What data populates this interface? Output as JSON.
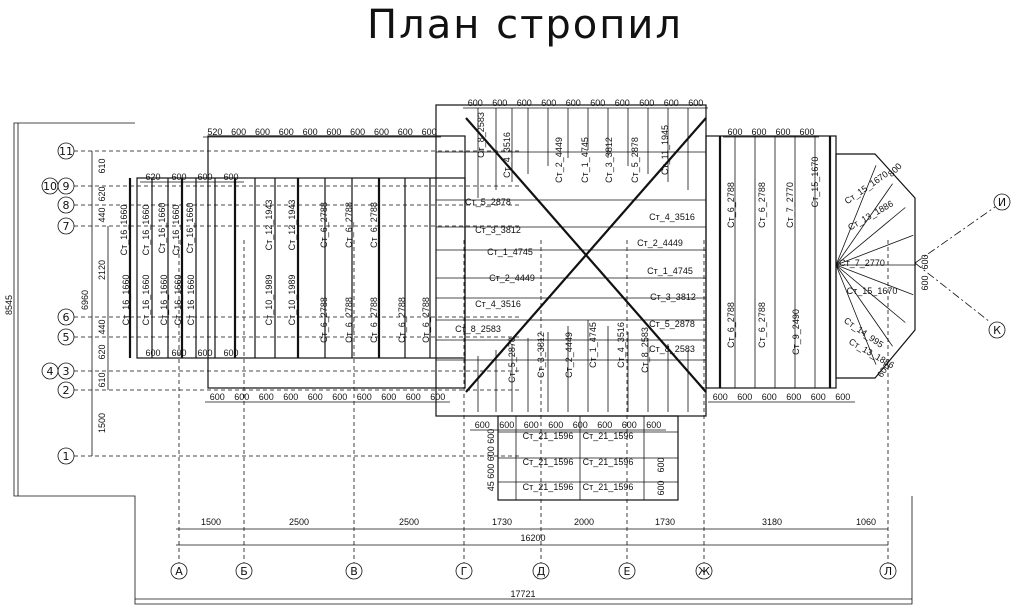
{
  "title": "План стропил",
  "axes_vertical": [
    "А",
    "Б",
    "В",
    "Г",
    "Д",
    "Е",
    "Ж",
    "Л"
  ],
  "axes_horizontal": [
    "11",
    "10",
    "9",
    "8",
    "7",
    "6",
    "5",
    "4",
    "3",
    "2",
    "1"
  ],
  "axes_diagonal": [
    "И",
    "К"
  ],
  "dims": {
    "bottom_segments": [
      "1500",
      "2500",
      "2500",
      "1730",
      "2000",
      "1730",
      "3180",
      "1060"
    ],
    "total_inner": "16200",
    "total_outer": "17721",
    "left_outer": "8545",
    "left_inner": "6960",
    "left_segments": [
      "610",
      "620",
      "440",
      "2120",
      "440",
      "620",
      "610",
      "1500"
    ],
    "top_row_a": [
      "600",
      "600",
      "600",
      "600",
      "600",
      "600",
      "600",
      "600",
      "600",
      "600"
    ],
    "top_row_b": [
      "520",
      "600",
      "600",
      "600",
      "600",
      "600",
      "600",
      "600",
      "600",
      "600"
    ],
    "top_row_c": [
      "600",
      "600",
      "600",
      "600"
    ],
    "left_wing_top": [
      "620",
      "600",
      "600",
      "600"
    ],
    "left_wing_bottom": [
      "600",
      "600",
      "600",
      "600"
    ],
    "row_below": [
      "600",
      "600",
      "600",
      "600",
      "600",
      "600",
      "600",
      "600",
      "600",
      "600"
    ],
    "annex_right": [
      "600",
      "600",
      "600",
      "600",
      "600",
      "600"
    ],
    "annex_bottom": [
      "600",
      "600",
      "600",
      "600",
      "600",
      "600",
      "600",
      "600"
    ],
    "right_wing_bottom": [
      "600",
      "600",
      "600",
      "600",
      "600"
    ],
    "annex_side_label": "45 600 600 600",
    "annex_right_side": [
      "600",
      "600"
    ],
    "bay_right": [
      "600",
      "600"
    ]
  },
  "rafters_vertical_left": [
    "Ст_16_1660",
    "Ст_16_1660",
    "Ст_16_1660",
    "Ст_16_1660",
    "Ст_16_1660",
    "Ст_12_1943",
    "Ст_12_1943",
    "Ст_10_1989",
    "Ст_10_1989",
    "Ст_6_2788",
    "Ст_6_2788",
    "Ст_6_2788",
    "Ст_6_2788",
    "Ст_6_2788"
  ],
  "rafters_horizontal_center": [
    "Ст_1_4745",
    "Ст_2_4449",
    "Ст_3_3812",
    "Ст_4_3516",
    "Ст_5_2878",
    "Ст_8_2583",
    "Ст_1_4745",
    "Ст_2_4449",
    "Ст_3_3812",
    "Ст_4_3516",
    "Ст_5_2878",
    "Ст_8_2583"
  ],
  "rafters_vertical_top": [
    "Ст_8_2583",
    "Ст_4_3516",
    "Ст_2_4449",
    "Ст_1_4745",
    "Ст_3_3812",
    "Ст_5_2878",
    "Ст_11_1945"
  ],
  "rafters_vertical_bottom": [
    "Ст_5_2878",
    "Ст_3_3812",
    "Ст_2_4449",
    "Ст_1_4745",
    "Ст_4_3516",
    "Ст_8_2583"
  ],
  "rafters_right": [
    "Ст_6_2788",
    "Ст_6_2788",
    "Ст_7_2770",
    "Ст_15_1670",
    "Ст_9_2490",
    "Ст_6_2788",
    "Ст_6_2788"
  ],
  "rafters_annex": [
    "Ст_21_1596",
    "Ст_21_1596",
    "Ст_21_1596",
    "Ст_21_1596",
    "Ст_21_1596",
    "Ст_21_1596"
  ],
  "rafters_bay": [
    "Ст_15_1670",
    "Ст_13_1886",
    "Ст_7_2770",
    "Ст_15_1670",
    "Ст_14_995",
    "Ст_13_1886"
  ],
  "bay_values": [
    "800",
    "600",
    "600"
  ]
}
